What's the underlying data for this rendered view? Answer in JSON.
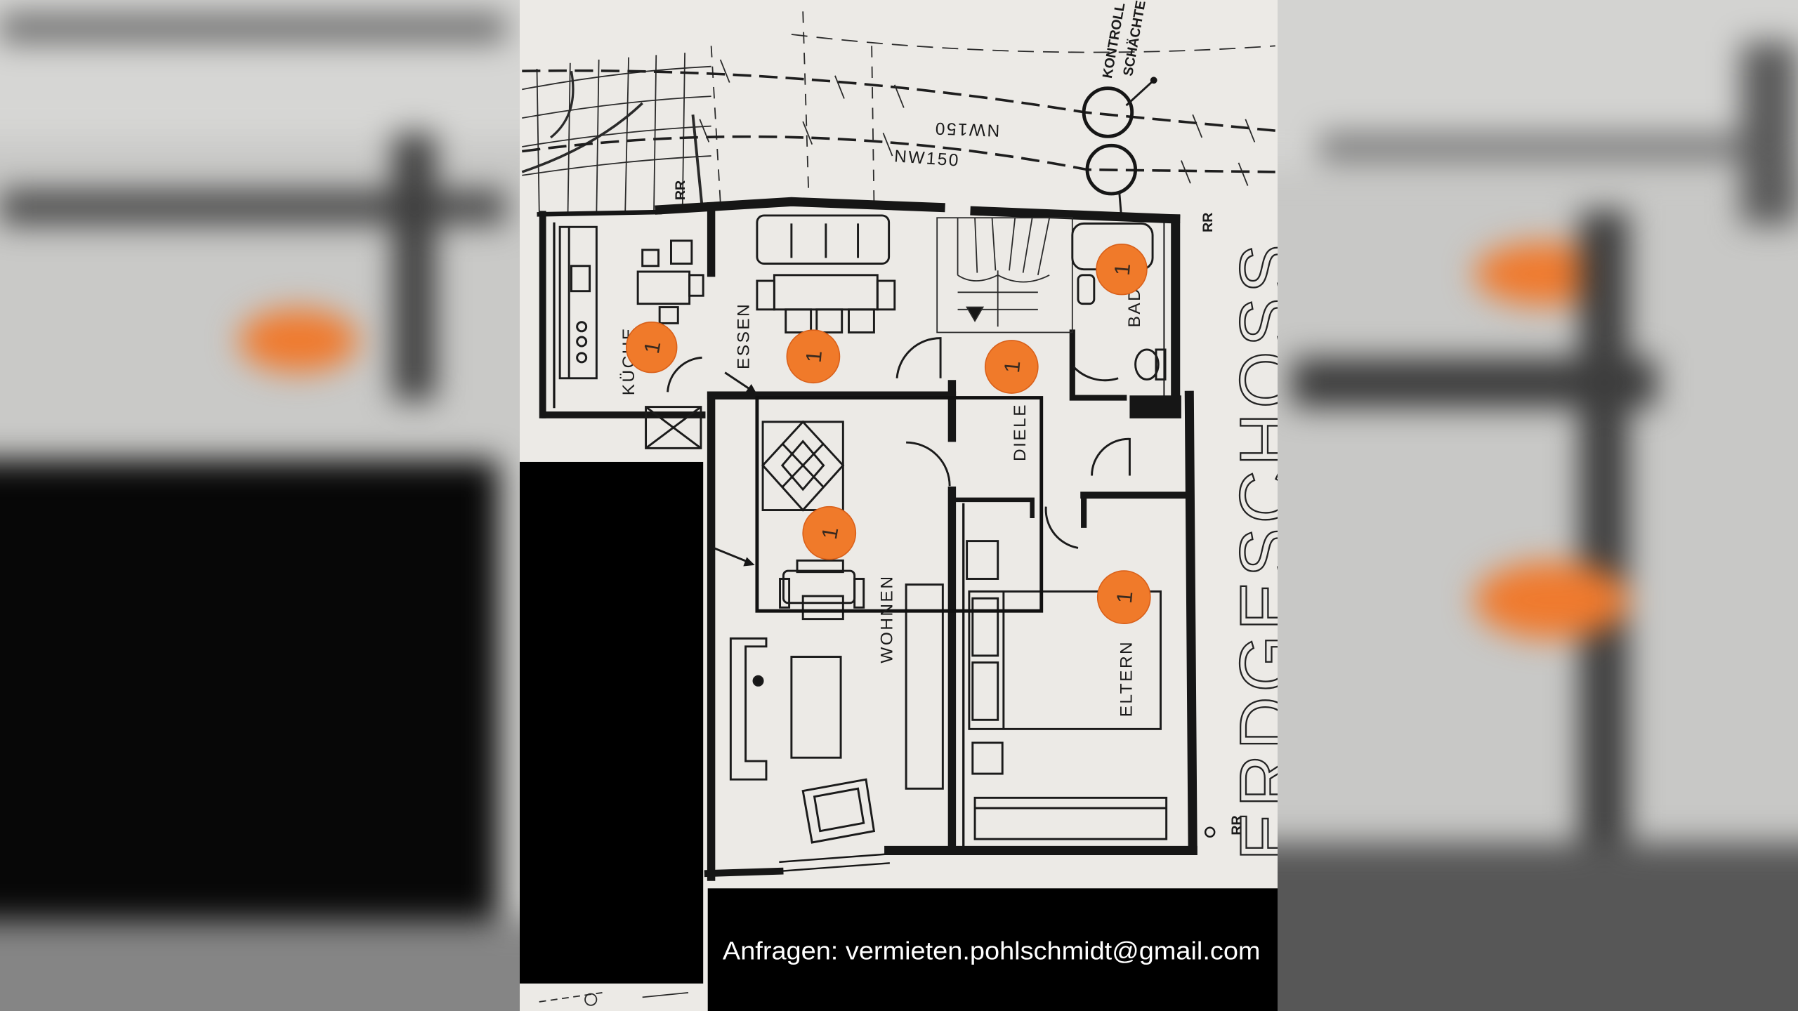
{
  "plan": {
    "rooms": {
      "kueche": "KÜCHE",
      "essen": "ESSEN",
      "diele": "DIELE",
      "bad": "BAD",
      "wohnen": "WOHNEN",
      "eltern": "ELTERN"
    },
    "annotations": {
      "nw150_upper": "NW150",
      "nw150_lower": "NW150",
      "kontroll": "KONTROLL",
      "schaechte": "SCHÄCHTE",
      "rr": [
        "RR",
        "RR",
        "RR"
      ],
      "floor": "ERDGESCHOSS"
    },
    "stickers": [
      "1",
      "1",
      "1",
      "1",
      "1",
      "1"
    ]
  },
  "contact": {
    "text": "Anfragen: vermieten.pohlschmidt@gmail.com"
  },
  "colors": {
    "paper": "#eceae6",
    "ink": "#161616",
    "sticker": "#f07a2a",
    "redaction": "#000000",
    "contact_text": "#ffffff"
  }
}
